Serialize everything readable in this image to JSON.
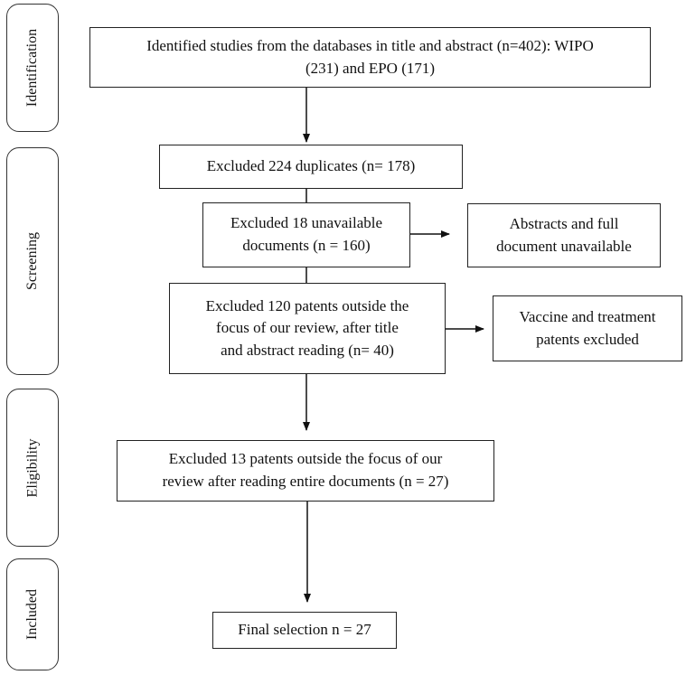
{
  "stages": {
    "identification": "Identification",
    "screening": "Screening",
    "eligibility": "Eligibility",
    "included": "Included"
  },
  "boxes": {
    "identified": "Identified  studies  from  the  databases  in  title  and  abstract  (n=402):  WIPO\n(231)  and  EPO  (171)",
    "duplicates": "Excluded   224  duplicates     (n= 178)",
    "unavailable": "Excluded  18  unavailable\ndocuments   (n = 160)",
    "unavailable_note": "Abstracts  and  full\ndocument  unavailable",
    "outside_focus": "Excluded  120  patents  outside  the\nfocus  of  our  review,  after  title\nand  abstract  reading  (n=  40)",
    "vaccine_note": "Vaccine  and  treatment\npatents  excluded",
    "eligibility_excluded": "Excluded  13  patents  outside  the  focus  of  our\nreview  after  reading  entire  documents  (n  =  27)",
    "final": "Final   selection   n  =  27"
  }
}
